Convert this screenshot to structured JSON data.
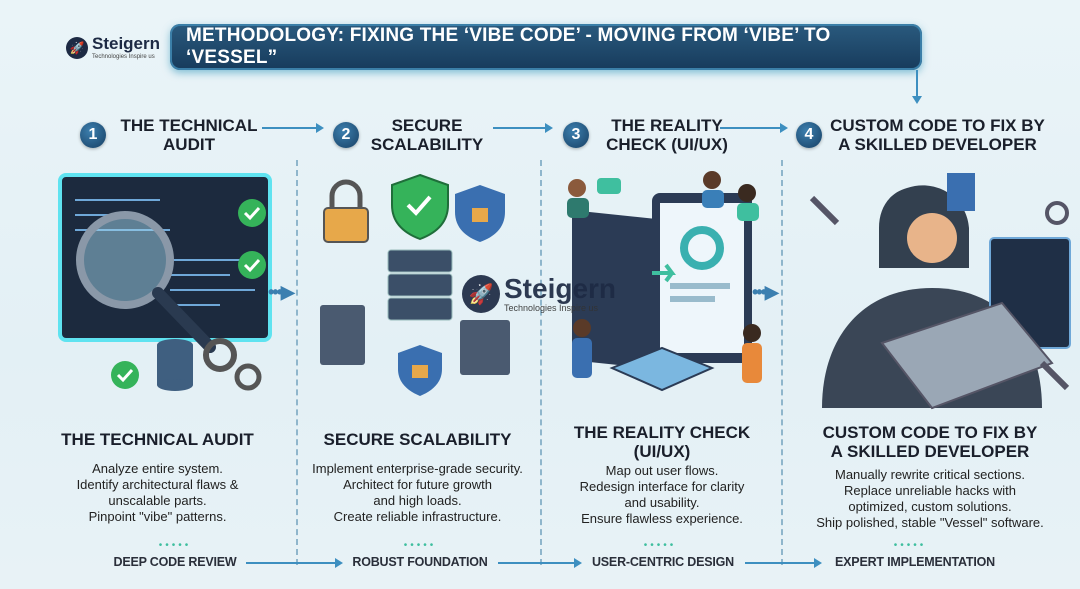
{
  "brand": {
    "name": "Steigern",
    "tagline": "Technologies Inspire us"
  },
  "title": "METHODOLOGY: FIXING THE ‘VIBE CODE’ - MOVING FROM ‘VIBE’ TO ‘VESSEL”",
  "steps": [
    {
      "num": "1",
      "header": "THE TECHNICAL AUDIT",
      "title": "THE TECHNICAL AUDIT",
      "desc": [
        "Analyze entire system.",
        "Identify architectural flaws &",
        "unscalable parts.",
        "Pinpoint \"vibe\" patterns."
      ],
      "label": "DEEP CODE REVIEW"
    },
    {
      "num": "2",
      "header": "SECURE SCALABILITY",
      "title": "SECURE SCALABILITY",
      "desc": [
        "Implement enterprise-grade security.",
        "Architect for future growth",
        "and high loads.",
        "Create reliable infrastructure."
      ],
      "label": "ROBUST FOUNDATION"
    },
    {
      "num": "3",
      "header": "THE REALITY CHECK (UI/UX)",
      "title": "THE REALITY CHECK (UI/UX)",
      "desc": [
        "Map out user flows.",
        "Redesign interface for clarity",
        "and usability.",
        "Ensure flawless experience."
      ],
      "label": "USER-CENTRIC DESIGN"
    },
    {
      "num": "4",
      "header": "CUSTOM CODE TO FIX BY A SKILLED DEVELOPER",
      "title": "CUSTOM CODE TO FIX BY A SKILLED DEVELOPER",
      "desc": [
        "Manually rewrite critical sections.",
        "Replace unreliable hacks with",
        "optimized, custom solutions.",
        "Ship polished, stable \"Vessel\" software."
      ],
      "label": "EXPERT IMPLEMENTATION"
    }
  ],
  "dots": "•••••",
  "chevrons": "•••▶",
  "colors": {
    "banner": "#1d4468",
    "accent": "#3d8fc0",
    "check": "#35b35a",
    "dots": "#3fbf9f"
  }
}
